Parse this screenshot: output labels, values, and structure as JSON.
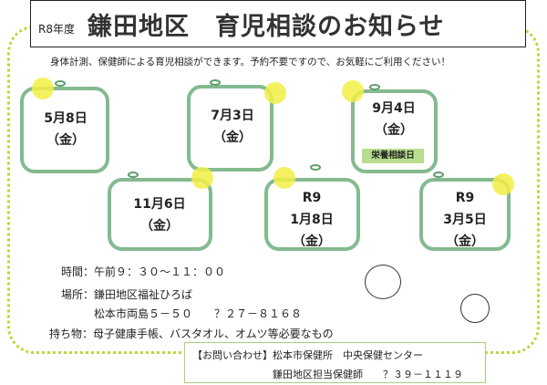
{
  "header": {
    "year": "R8年度",
    "title": "鎌田地区　育児相談のお知らせ"
  },
  "intro": "身体計測、保健師による育児相談ができます。予約不要ですので、お気軽にご利用ください！",
  "dates": [
    {
      "year": "",
      "date": "5月8日",
      "day": "（金）"
    },
    {
      "year": "",
      "date": "7月3日",
      "day": "（金）"
    },
    {
      "year": "",
      "date": "9月4日",
      "day": "（金）",
      "badge": "栄養相談日"
    },
    {
      "year": "",
      "date": "11月6日",
      "day": "（金）"
    },
    {
      "year": "R9",
      "date": "1月8日",
      "day": "（金）"
    },
    {
      "year": "R9",
      "date": "3月5日",
      "day": "（金）"
    }
  ],
  "info": {
    "time_label": "時間：",
    "time": "午前９：３０～１１：００",
    "place_label": "場所：",
    "place": "鎌田地区福祉ひろば",
    "address": "松本市両島５－５０　　？２７－８１６８",
    "items_label": "持ち物：",
    "items": "母子健康手帳、バスタオル、オムツ等必要なもの"
  },
  "contact": {
    "line1": "【お問い合わせ】松本市保健所　中央保健センター",
    "line2": "鎌田地区担当保健師　　？３９－１１１９"
  },
  "colors": {
    "border": "#b7d93e",
    "frame": "#6fae7d",
    "sun": "#f2ee45",
    "badge": "#b9dd8e"
  }
}
